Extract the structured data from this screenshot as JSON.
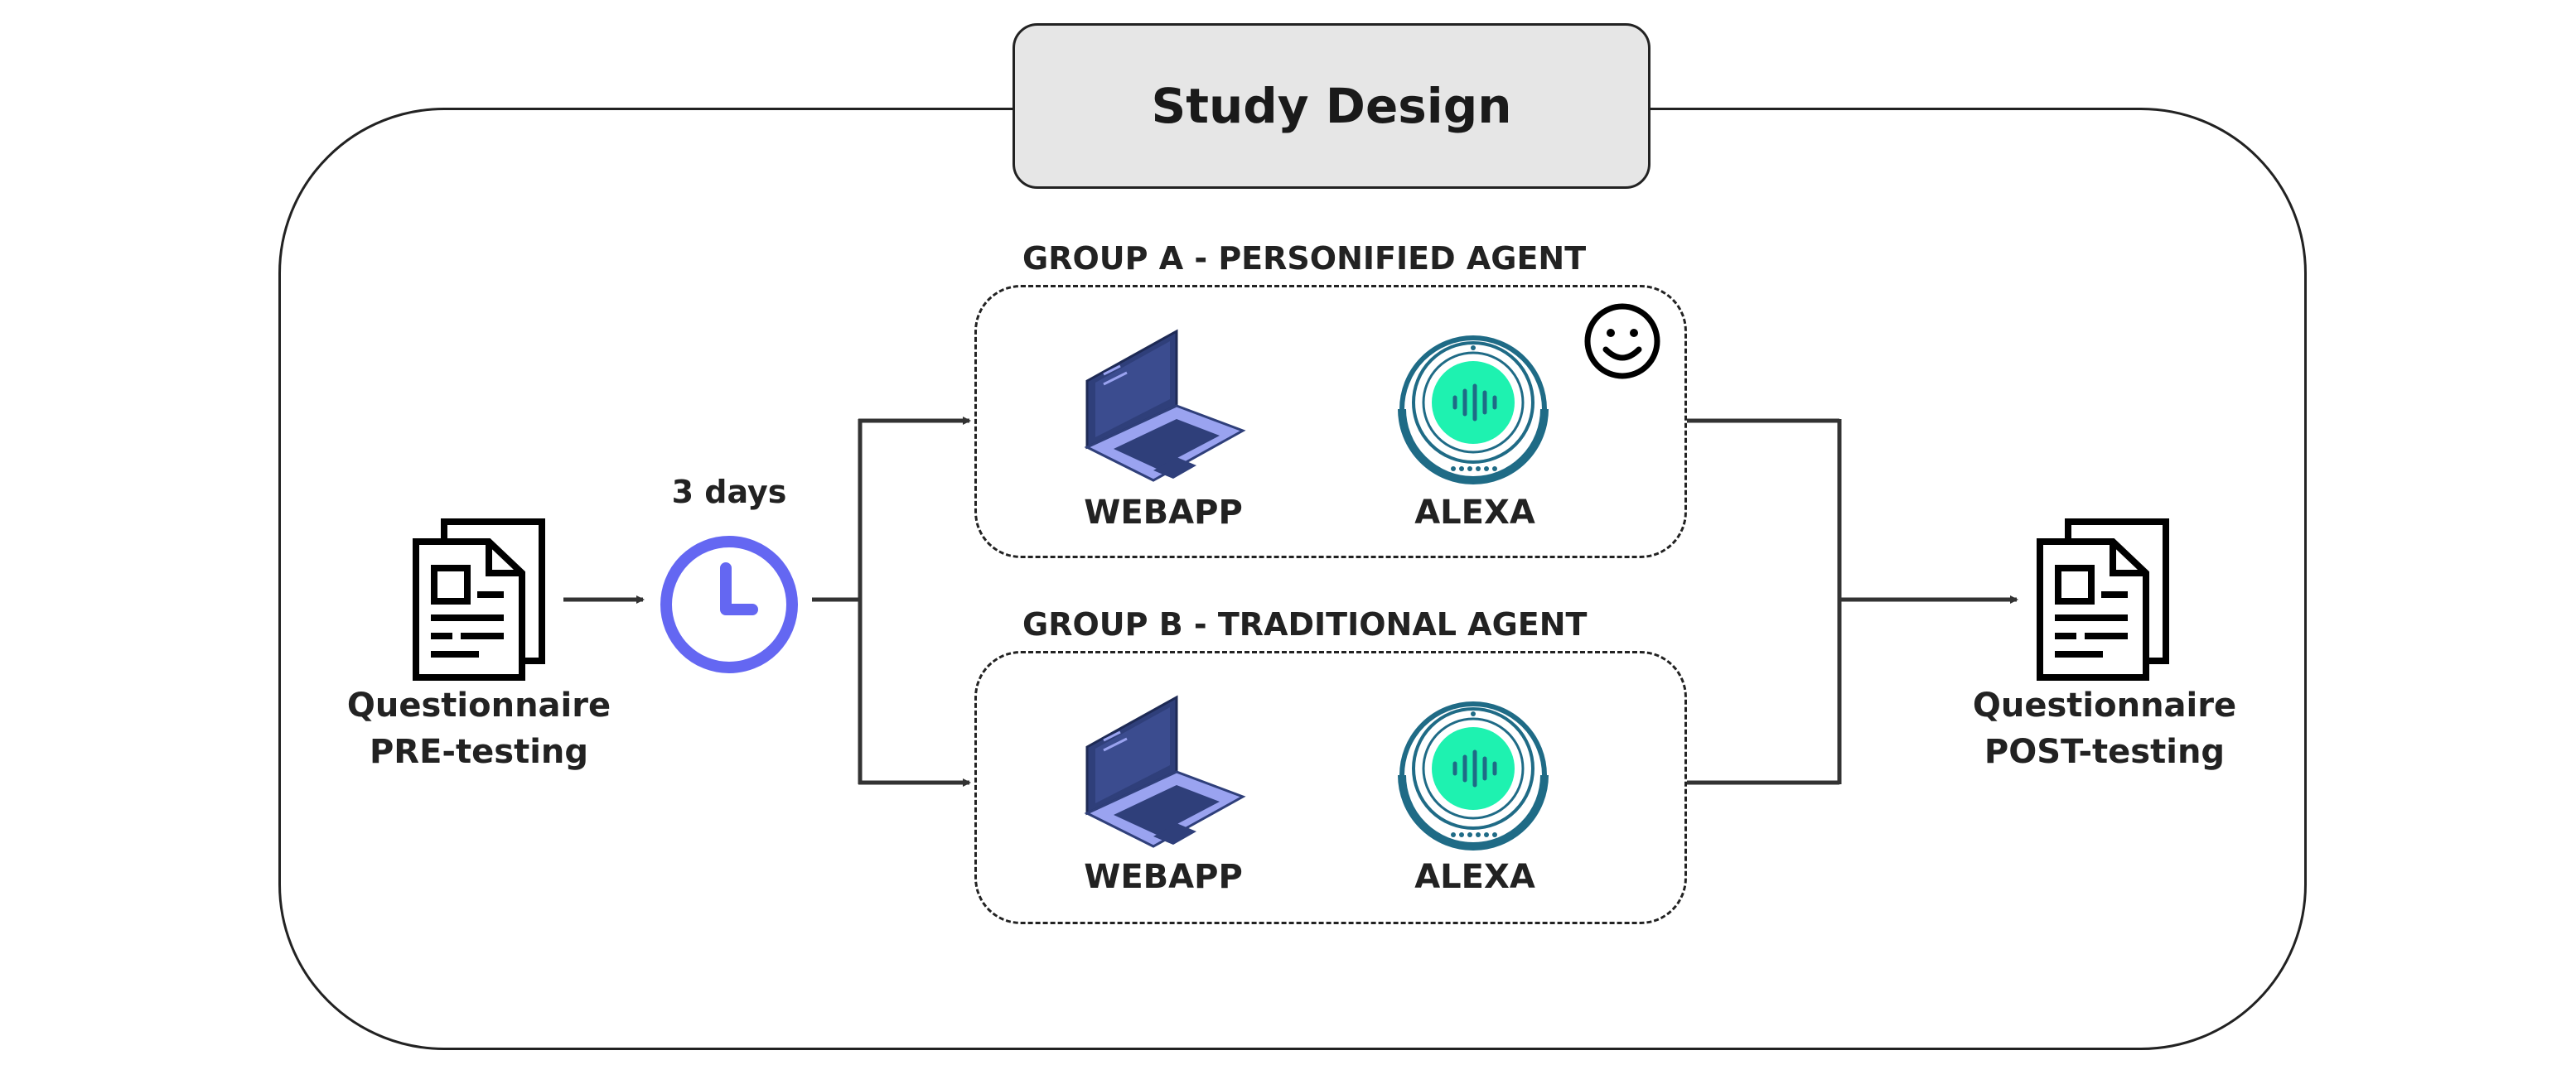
{
  "title": "Study Design",
  "pre": {
    "line1": "Questionnaire",
    "line2": "PRE-testing"
  },
  "post": {
    "line1": "Questionnaire",
    "line2": "POST-testing"
  },
  "duration": "3 days",
  "group_a": {
    "title": "GROUP A - PERSONIFIED AGENT",
    "items": [
      "WEBAPP",
      "ALEXA"
    ]
  },
  "group_b": {
    "title": "GROUP B - TRADITIONAL AGENT",
    "items": [
      "WEBAPP",
      "ALEXA"
    ]
  },
  "icons": {
    "document": "document-icon",
    "clock": "clock-icon",
    "laptop": "laptop-icon",
    "alexa": "alexa-device-icon",
    "smiley": "smiley-face-icon"
  },
  "colors": {
    "clock": "#6467f2",
    "laptop_dark": "#2f3f7a",
    "laptop_light": "#9aa3f0",
    "alexa_ring": "#1f6b86",
    "alexa_core": "#1ef2b0"
  }
}
